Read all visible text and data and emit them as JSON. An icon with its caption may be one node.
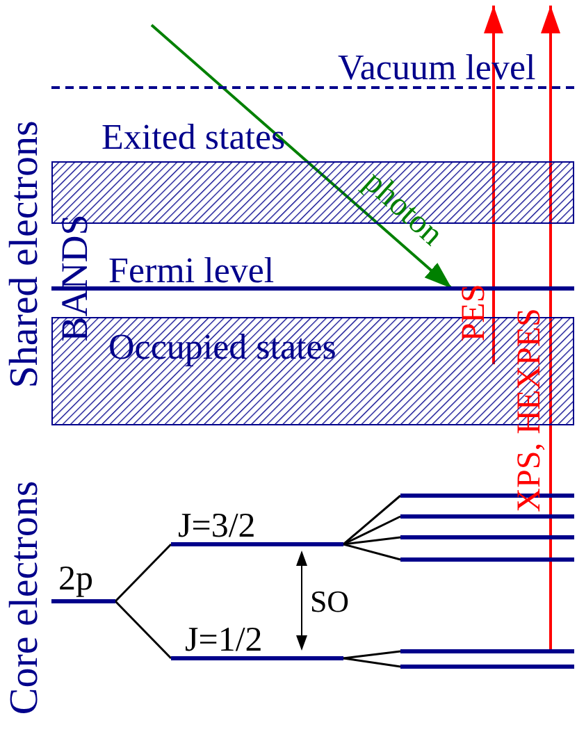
{
  "diagram": {
    "nodes": [
      {
        "text": [
          "Vacuum level"
        ]
      },
      {
        "text": [
          "Exited states"
        ]
      },
      {
        "text": [
          "Fermi level"
        ]
      },
      {
        "text": [
          "Occupied states"
        ]
      },
      {
        "text": [
          "2p"
        ]
      },
      {
        "text": [
          "J=3/2"
        ]
      },
      {
        "text": [
          "J=1/2"
        ]
      },
      {
        "text": [],
        "shape": "bar"
      },
      {
        "text": [],
        "shape": "bar"
      },
      {
        "text": [],
        "shape": "bar"
      },
      {
        "text": [],
        "shape": "bar"
      },
      {
        "text": [],
        "shape": "bar"
      },
      {
        "text": [],
        "shape": "bar"
      }
    ],
    "edges": [
      {
        "from": null,
        "to": 2,
        "arrow": "to",
        "label": "photon",
        "color": "#008000"
      },
      {
        "from": 3,
        "to": null,
        "arrow": "to",
        "label": "PES",
        "color": "#ff0000"
      },
      {
        "from": 11,
        "to": null,
        "arrow": "to",
        "label": "XPS, HEXPES",
        "color": "#ff0000"
      },
      {
        "from": 4,
        "to": 5,
        "arrow": "none"
      },
      {
        "from": 4,
        "to": 6,
        "arrow": "none"
      },
      {
        "from": 5,
        "to": 7,
        "arrow": "none"
      },
      {
        "from": 5,
        "to": 8,
        "arrow": "none"
      },
      {
        "from": 5,
        "to": 9,
        "arrow": "none"
      },
      {
        "from": 5,
        "to": 10,
        "arrow": "none"
      },
      {
        "from": 6,
        "to": 11,
        "arrow": "none"
      },
      {
        "from": 6,
        "to": 12,
        "arrow": "none"
      }
    ],
    "labels": [
      "Shared electrons",
      "BANDS",
      "Core electrons",
      "SO"
    ]
  }
}
